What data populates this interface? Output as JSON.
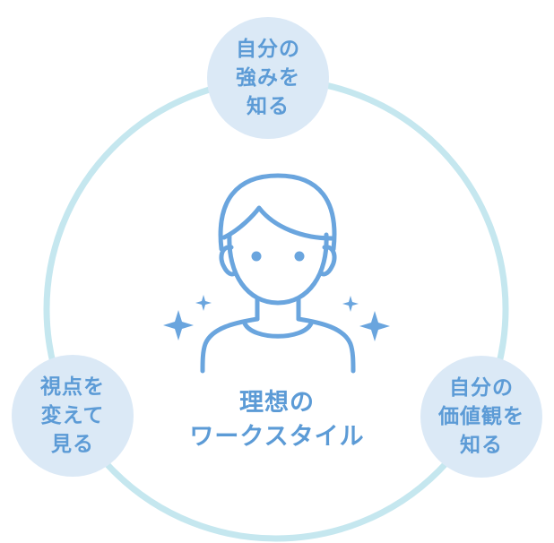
{
  "colors": {
    "ring": "#c5e7ef",
    "bubble_fill": "#dbe9f6",
    "accent": "#5c9bd6",
    "line_art": "#6aa5de"
  },
  "bubbles": {
    "top": {
      "line1": "自分の",
      "line2": "強みを",
      "line3": "知る"
    },
    "left": {
      "line1": "視点を",
      "line2": "変えて",
      "line3": "見る"
    },
    "right": {
      "line1": "自分の",
      "line2": "価値観を",
      "line3": "知る"
    }
  },
  "center": {
    "line1": "理想の",
    "line2": "ワークスタイル"
  },
  "icons": [
    "person-icon",
    "sparkle-icon"
  ]
}
